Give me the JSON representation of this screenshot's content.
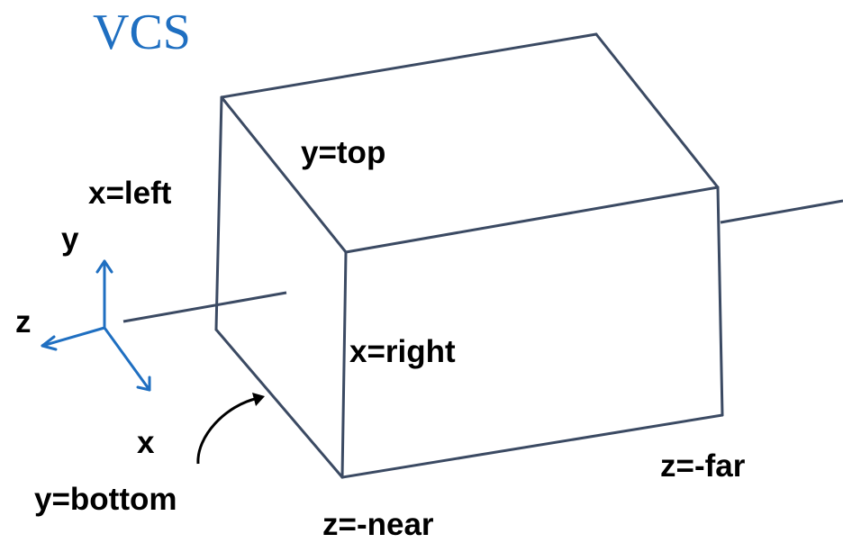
{
  "title": "VCS",
  "labels": {
    "top": "y=top",
    "left": "x=left",
    "right": "x=right",
    "bottom": "y=bottom",
    "near": "z=-near",
    "far": "z=-far"
  },
  "axes": {
    "y": "y",
    "z": "z",
    "x": "x"
  },
  "colors": {
    "title": "#1f6fc1",
    "axes": "#1f6fc1",
    "frustum": "#3b4a63",
    "text": "#000000",
    "arrow": "#000000"
  }
}
